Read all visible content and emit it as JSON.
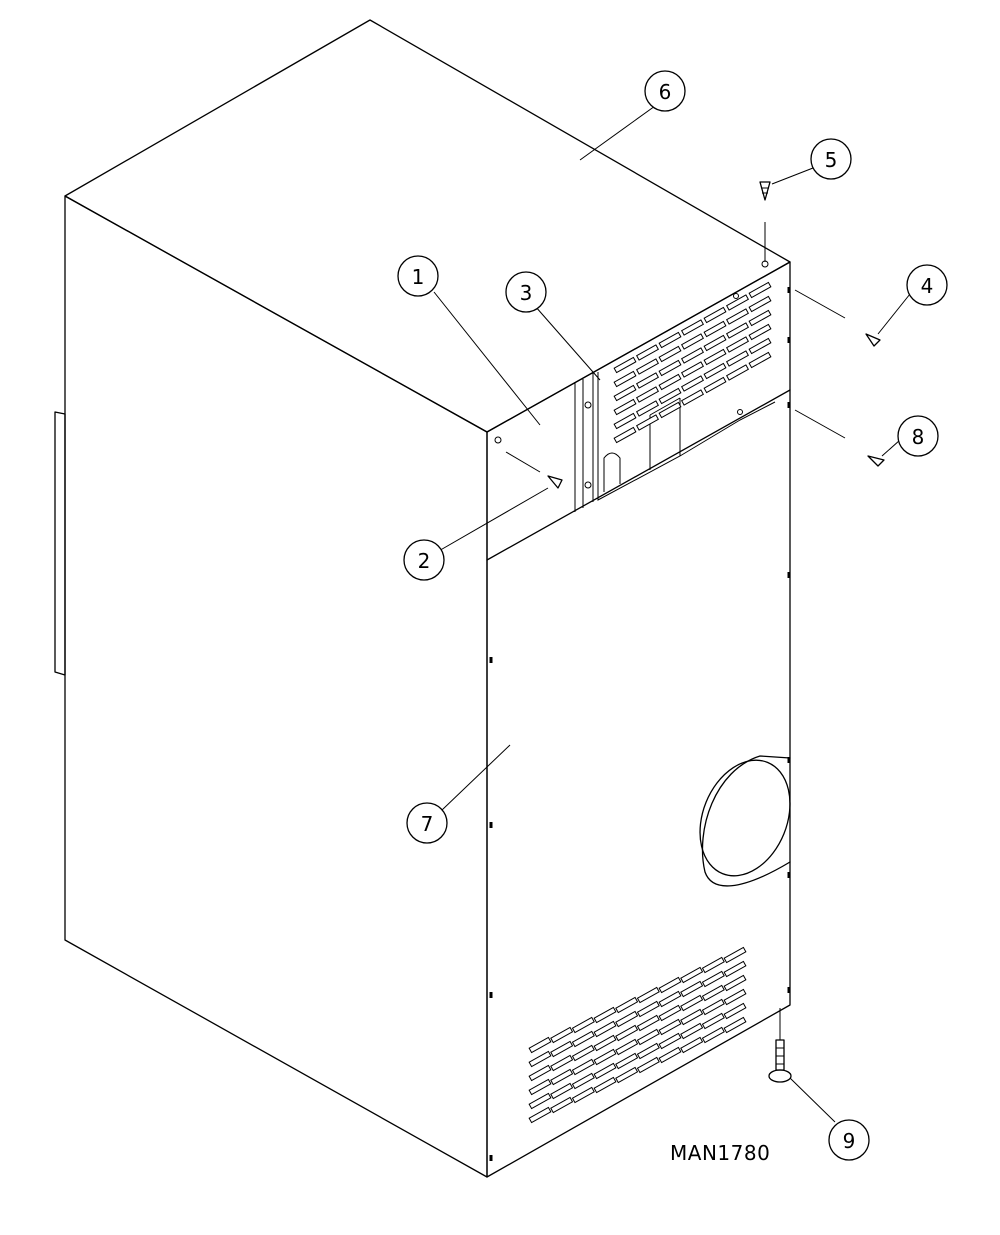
{
  "drawing_id": "MAN1780",
  "callouts": [
    "1",
    "2",
    "3",
    "4",
    "5",
    "6",
    "7",
    "8",
    "9"
  ]
}
